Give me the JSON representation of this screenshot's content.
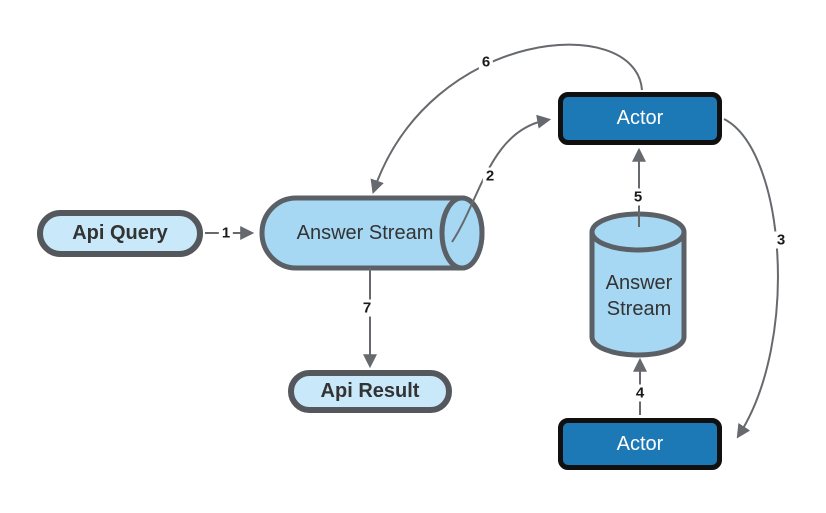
{
  "diagram": {
    "type": "flowchart",
    "nodes": {
      "api_query": {
        "label": "Api Query",
        "shape": "stadium"
      },
      "answer_stream_pipe": {
        "label": "Answer Stream",
        "shape": "horizontal-cylinder"
      },
      "api_result": {
        "label": "Api Result",
        "shape": "stadium"
      },
      "actor_top": {
        "label": "Actor",
        "shape": "rectangle"
      },
      "answer_stream_db": {
        "label": "Answer Stream",
        "shape": "cylinder"
      },
      "actor_bottom": {
        "label": "Actor",
        "shape": "rectangle"
      }
    },
    "edges": [
      {
        "label": "1",
        "from": "api_query",
        "to": "answer_stream_pipe"
      },
      {
        "label": "2",
        "from": "answer_stream_pipe",
        "to": "actor_top"
      },
      {
        "label": "3",
        "from": "actor_top",
        "to": "actor_bottom"
      },
      {
        "label": "4",
        "from": "actor_bottom",
        "to": "answer_stream_db"
      },
      {
        "label": "5",
        "from": "answer_stream_db",
        "to": "actor_top"
      },
      {
        "label": "6",
        "from": "actor_top",
        "to": "answer_stream_pipe"
      },
      {
        "label": "7",
        "from": "answer_stream_pipe",
        "to": "api_result"
      }
    ],
    "colors": {
      "background": "#ffffff",
      "stadium_fill": "#c9e8fa",
      "stadium_border": "#54585c",
      "cylinder_fill": "#a6d7f3",
      "cylinder_border": "#5b6066",
      "actor_fill": "#1d79b5",
      "actor_border": "#101010",
      "actor_text": "#ffffff",
      "node_text": "#333333",
      "edge_stroke": "#66696d",
      "edge_label_text": "#1a1a1a"
    }
  }
}
